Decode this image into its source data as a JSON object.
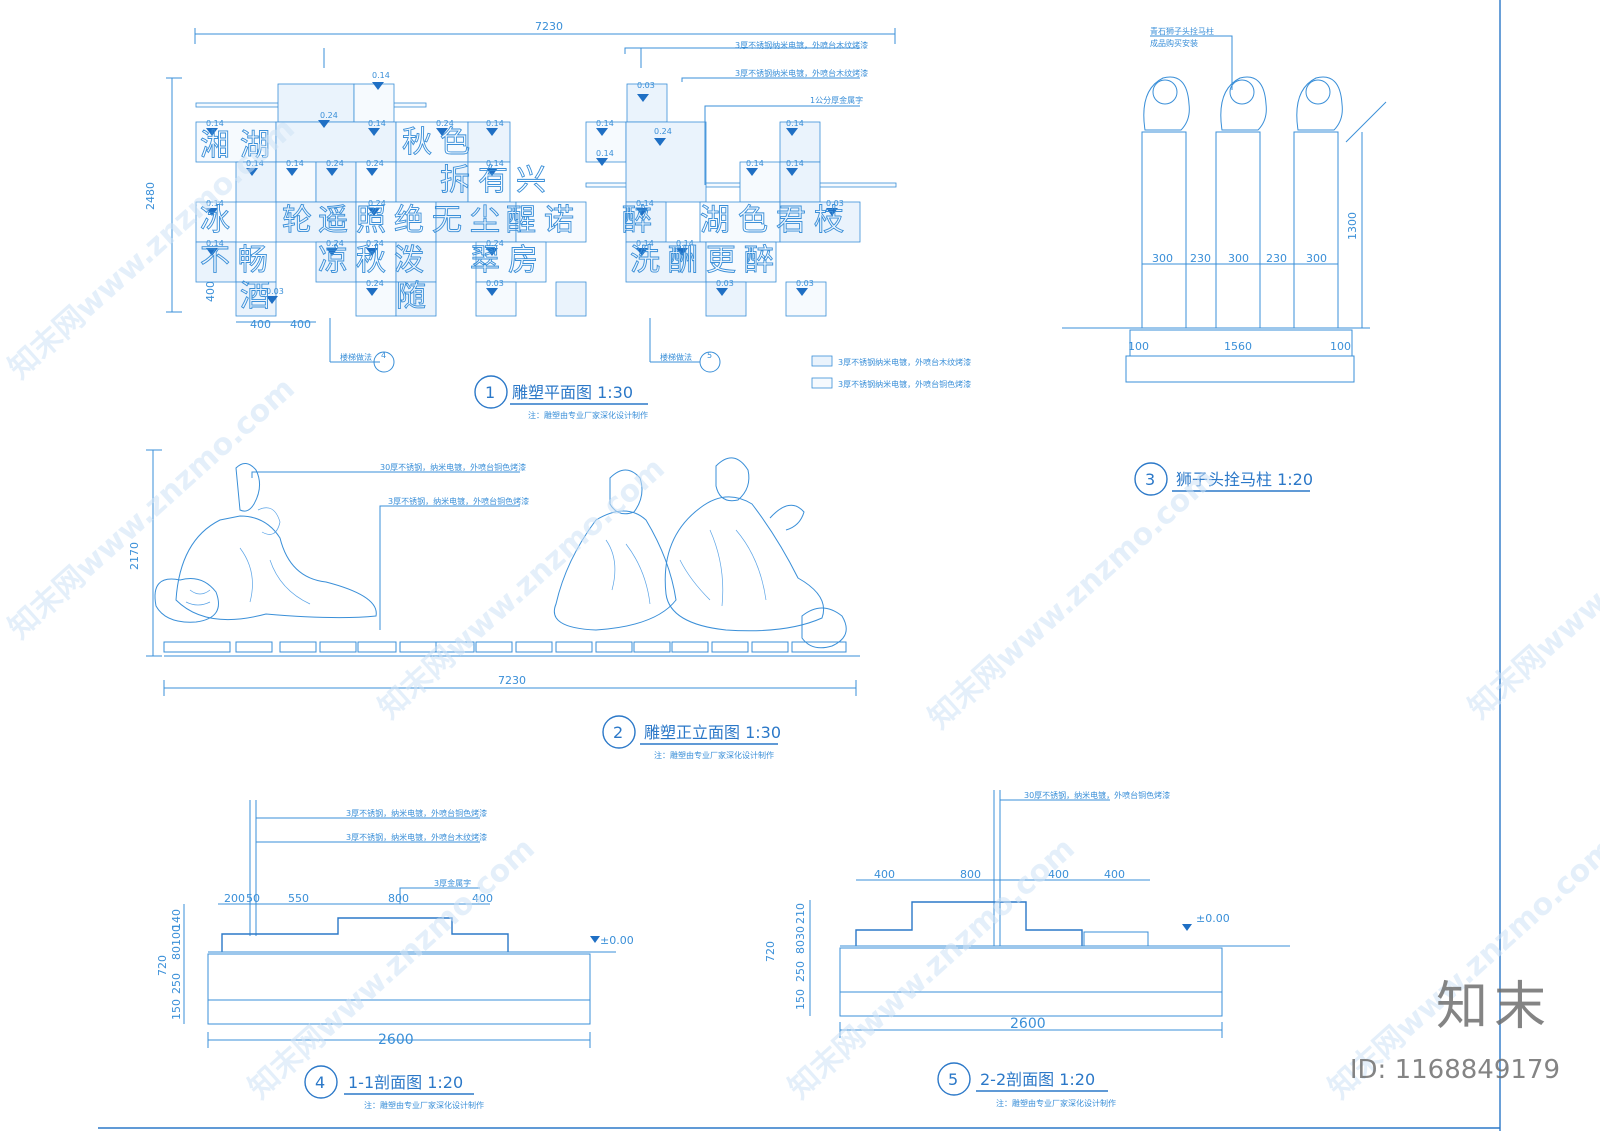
{
  "plan": {
    "overall_width": "7230",
    "overall_height": "2480",
    "dim_400": "400",
    "dim_400b": "400",
    "dim_400c": "400",
    "notes": [
      "3厚不锈钢纳米电镀，外喷台木纹烤漆",
      "3厚不锈钢纳米电镀，外喷台木纹烤漆",
      "1公分厚金属字"
    ],
    "tile_values": [
      "0.14",
      "0.24",
      "0.03",
      "0.14",
      "0.24"
    ],
    "callout_4": "楼梯做法",
    "callout_5": "楼梯做法",
    "callout_4_num": "4",
    "callout_5_num": "5",
    "legend_wood": "3厚不锈钢纳米电镀，外喷台木纹烤漆",
    "legend_copper": "3厚不锈钢纳米电镀，外喷台铜色烤漆",
    "title_num": "1",
    "title": "雕塑平面图 1:30",
    "subnote": "注：雕塑由专业厂家深化设计制作",
    "characters": [
      "湘",
      "湖",
      "秋",
      "色",
      "拆",
      "有",
      "兴",
      "冰",
      "轮",
      "遥",
      "照",
      "绝",
      "无",
      "尘",
      "醒",
      "诺",
      "醉",
      "湖",
      "色",
      "君",
      "枝",
      "不",
      "畅",
      "凉",
      "秋",
      "泼",
      "翠",
      "房",
      "洗",
      "酬",
      "更",
      "醉",
      "酒",
      "随"
    ]
  },
  "lion": {
    "note_1": "青石狮子头拴马柱",
    "note_2": "成品购买安装",
    "widths": [
      "300",
      "230",
      "300",
      "230",
      "300"
    ],
    "height": "1300",
    "base": "1560",
    "edge_l": "100",
    "edge_r": "100",
    "title_num": "3",
    "title": "狮子头拴马柱 1:20"
  },
  "elevation": {
    "height": "2170",
    "width": "7230",
    "note_1": "30厚不锈钢，纳米电镀，外喷台铜色烤漆",
    "note_2": "3厚不锈钢，纳米电镀，外喷台铜色烤漆",
    "title_num": "2",
    "title": "雕塑正立面图 1:30",
    "subnote": "注：雕塑由专业厂家深化设计制作"
  },
  "section1": {
    "note_1": "3厚不锈钢，纳米电镀，外喷台铜色烤漆",
    "note_2": "3厚不锈钢，纳米电镀，外喷台木纹烤漆",
    "note_3": "3厚金属字",
    "dims_top": [
      "200",
      "50",
      "550",
      "800",
      "400"
    ],
    "dims_left": [
      "140",
      "100",
      "80",
      "720",
      "250",
      "150"
    ],
    "level": "±0.00",
    "width": "2600",
    "title_num": "4",
    "title": "1-1剖面图 1:20",
    "subnote": "注：雕塑由专业厂家深化设计制作"
  },
  "section2": {
    "note_1": "30厚不锈钢，纳米电镀，外喷台铜色烤漆",
    "dims_top": [
      "400",
      "800",
      "400",
      "400"
    ],
    "dims_left": [
      "210",
      "30",
      "80",
      "720",
      "250",
      "150"
    ],
    "level": "±0.00",
    "width": "2600",
    "title_num": "5",
    "title": "2-2剖面图 1:20",
    "subnote": "注：雕塑由专业厂家深化设计制作"
  },
  "watermark": {
    "text": "知末网www.znzmo.com",
    "brand": "知末",
    "id": "ID: 1168849179"
  }
}
